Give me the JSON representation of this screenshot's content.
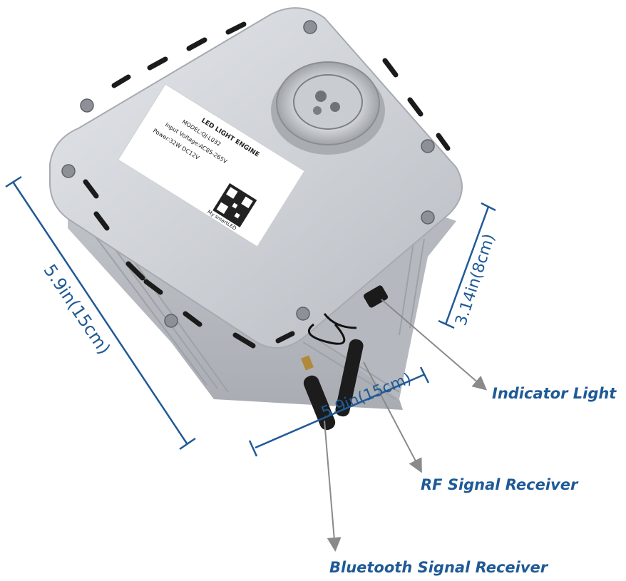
{
  "label": {
    "line1": "LED LIGHT ENGINE",
    "line2": "MODEL:QJ-L032",
    "line3": "Input Voltage:AC85-265V",
    "line4": "Power:32W       DC12V",
    "qr_caption": "My smartLED"
  },
  "dimensions": {
    "left": "5.9in(15cm)",
    "bottom": "5.9in(15cm)",
    "right": "3.14in(8cm)"
  },
  "callouts": {
    "indicator": "Indicator Light",
    "rf": "RF  Signal Receiver",
    "bluetooth": "Bluetooth Signal Receiver"
  },
  "colors": {
    "dimension_blue": "#1f5a96",
    "arrow_gray": "#8a8a8a",
    "housing": "#c9ccd1"
  }
}
